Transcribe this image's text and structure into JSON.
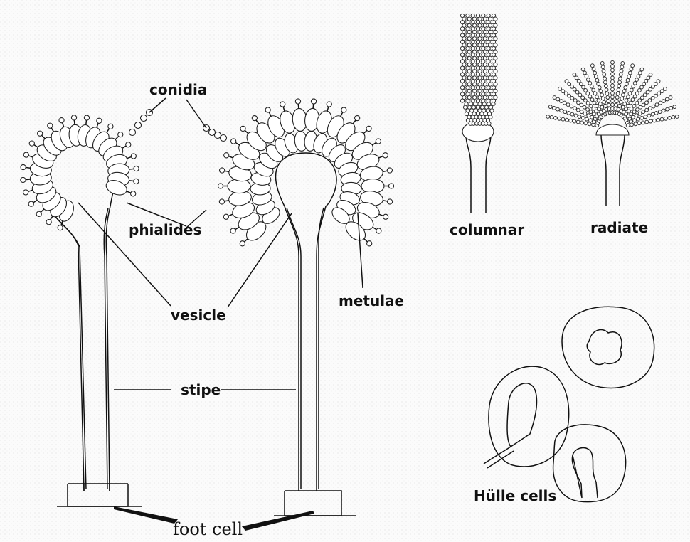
{
  "labels": {
    "conidia": "conidia",
    "phialides": "phialides",
    "vesicle": "vesicle",
    "stipe": "stipe",
    "foot_cell": "foot cell",
    "metulae": "metulae",
    "columnar": "columnar",
    "radiate": "radiate",
    "hulle_cells": "Hülle cells"
  },
  "colors": {
    "line": "#111111",
    "paper": "#ffffff"
  }
}
